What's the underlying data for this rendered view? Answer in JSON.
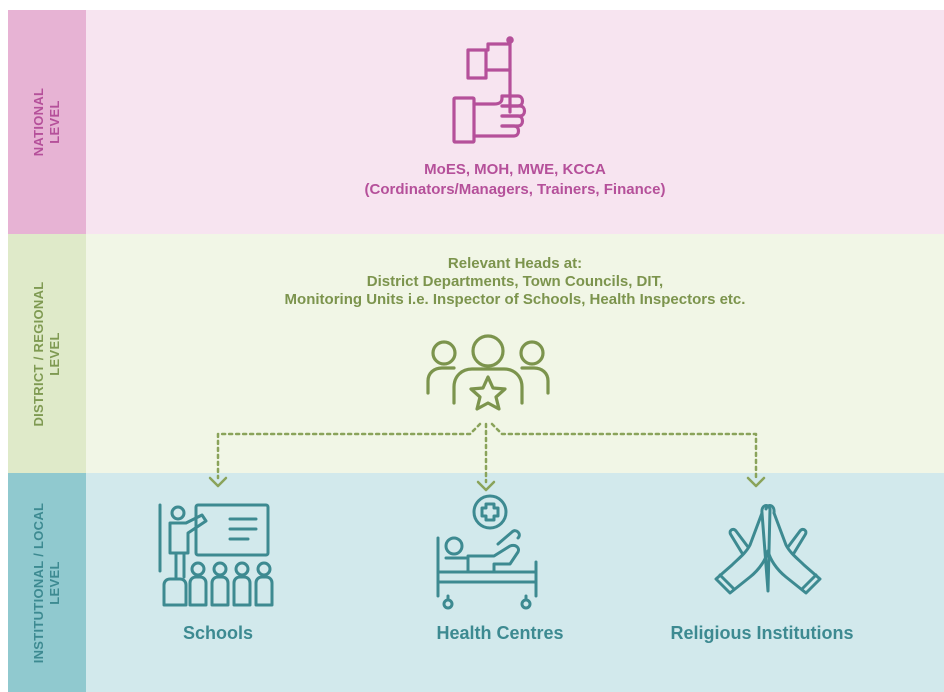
{
  "levels": {
    "national": {
      "line1": "NATIONAL",
      "line2": "LEVEL"
    },
    "district": {
      "line1": "DISTRICT / REGIONAL",
      "line2": "LEVEL"
    },
    "local": {
      "line1": "INSTITUTIONAL / LOCAL",
      "line2": "LEVEL"
    }
  },
  "national": {
    "line1": "MoES, MOH, MWE, KCCA",
    "line2": "(Cordinators/Managers, Trainers, Finance)"
  },
  "district": {
    "line1": "Relevant Heads at:",
    "line2": "District Departments, Town Councils, DIT,",
    "line3": "Monitoring Units i.e. Inspector of Schools, Health Inspectors etc."
  },
  "institutions": {
    "schools": "Schools",
    "health": "Health Centres",
    "religious": "Religious Institutions"
  },
  "colors": {
    "national": "#b5509a",
    "district": "#7c944d",
    "local": "#3d8a91"
  }
}
